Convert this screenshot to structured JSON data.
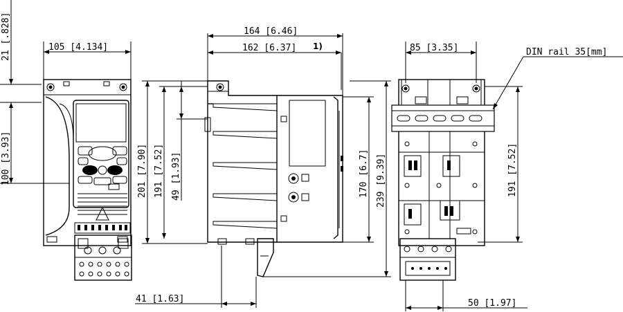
{
  "dimensions": {
    "front_width": "105 [4.134]",
    "top_offset": "21 [.828]",
    "mount_height": "100 [3.93]",
    "depth_total": "164 [6.46]",
    "depth_body": "162 [6.37]",
    "footnote_marker": "1)",
    "height_201": "201 [7.90]",
    "height_191_side": "191 [7.52]",
    "height_49": "49 [1.93]",
    "height_170": "170 [6.7]",
    "height_239": "239 [9.39]",
    "bottom_offset": "41 [1.63]",
    "rear_width": "85 [3.35]",
    "rail_label": "DIN rail 35[mm]",
    "height_191_rear": "191 [7.52]",
    "rail_offset": "50 [1.97]"
  }
}
